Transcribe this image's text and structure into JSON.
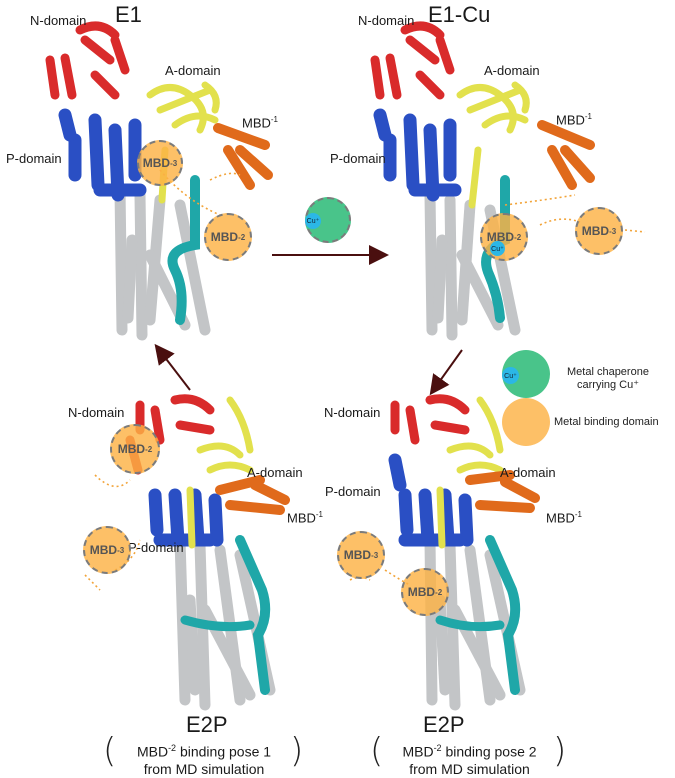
{
  "titles": {
    "e1": "E1",
    "e1cu": "E1-Cu",
    "e2p_left": "E2P",
    "e2p_right": "E2P"
  },
  "labels": {
    "n_domain": "N-domain",
    "a_domain": "A-domain",
    "p_domain": "P-domain",
    "mbd1": "MBD",
    "mbd2": "MBD",
    "mbd3": "MBD",
    "sup1": "-1",
    "sup2": "-2",
    "sup3": "-3",
    "cu": "Cu⁺"
  },
  "captions": {
    "left_line1_pre": "MBD",
    "left_line1_sup": "-2",
    "left_line1_post": " binding pose 1",
    "left_line2": "from MD simulation",
    "right_line1_pre": "MBD",
    "right_line1_sup": "-2",
    "right_line1_post": " binding pose 2",
    "right_line2": "from MD simulation"
  },
  "legend": {
    "chaperone_line1": "Metal chaperone",
    "chaperone_line2": "carrying Cu⁺",
    "mbd": "Metal binding domain"
  },
  "colors": {
    "n_domain": "#d92b2b",
    "a_domain": "#e4e34a",
    "p_domain": "#2a4fc4",
    "mbd1": "#e06a1b",
    "tm_grey": "#c8cacc",
    "teal": "#1fa7a8",
    "mbd_disk": "#fdb246",
    "chaperone": "#49c48a",
    "cu": "#2bb7e6",
    "arrow": "#4a0f0f"
  }
}
